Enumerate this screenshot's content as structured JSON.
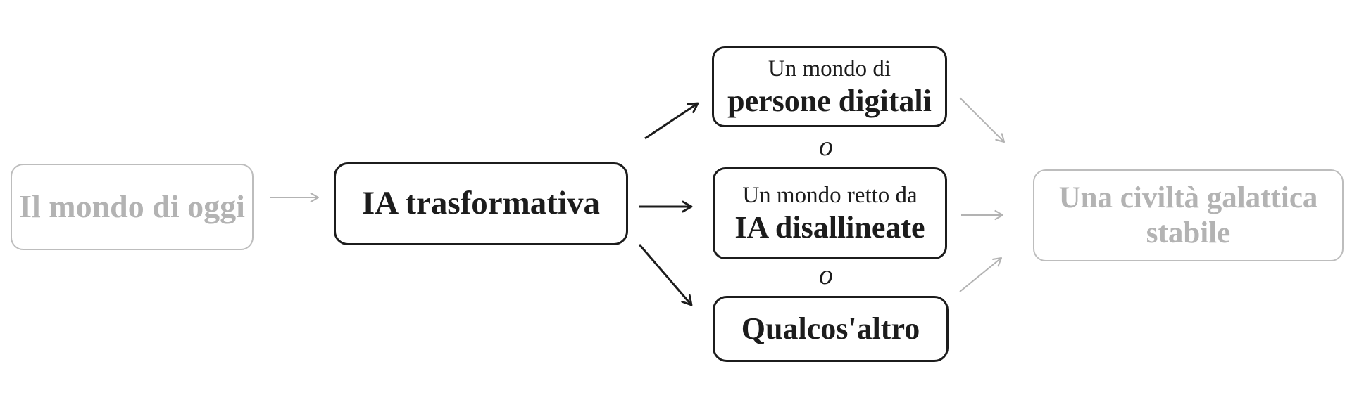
{
  "figure": {
    "colors": {
      "ink": "#1c1c1c",
      "muted_text": "#b3b3b3",
      "muted_border": "#bdbdbd",
      "background": "#ffffff"
    },
    "nodes": {
      "today": {
        "label": "Il mondo di oggi"
      },
      "transformative_ai": {
        "label": "IA trasformativa"
      },
      "digital_people": {
        "line1": "Un mondo di",
        "line2": "persone digitali"
      },
      "misaligned_ai": {
        "line1": "Un mondo retto da",
        "line2": "IA disallineate"
      },
      "something_else": {
        "label": "Qualcos'altro"
      },
      "galactic_civilization": {
        "label": "Una civiltà galattica stabile"
      }
    },
    "or_labels": {
      "first": "o",
      "second": "o"
    }
  }
}
